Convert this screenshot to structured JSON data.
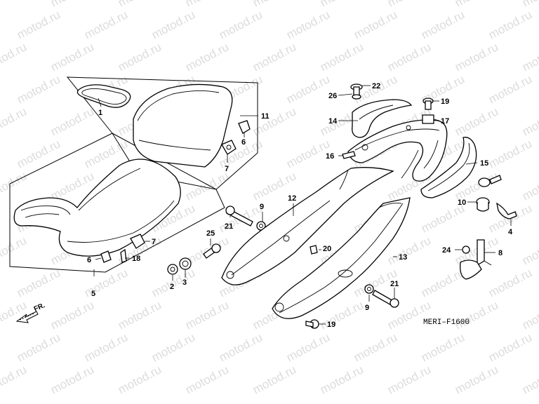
{
  "diagram": {
    "watermark_text": "motod.ru",
    "code": "MERI–F1600",
    "direction_label": "FR.",
    "callouts": {
      "c1": "1",
      "c2": "2",
      "c3": "3",
      "c4": "4",
      "c5": "5",
      "c6a": "6",
      "c6b": "6",
      "c7a": "7",
      "c7b": "7",
      "c8": "8",
      "c9a": "9",
      "c9b": "9",
      "c10": "10",
      "c11": "11",
      "c12": "12",
      "c13": "13",
      "c14": "14",
      "c15": "15",
      "c16": "16",
      "c17": "17",
      "c18": "18",
      "c19a": "19",
      "c19b": "19",
      "c20": "20",
      "c21a": "21",
      "c21b": "21",
      "c22": "22",
      "c24": "24",
      "c25": "25",
      "c26": "26"
    }
  }
}
